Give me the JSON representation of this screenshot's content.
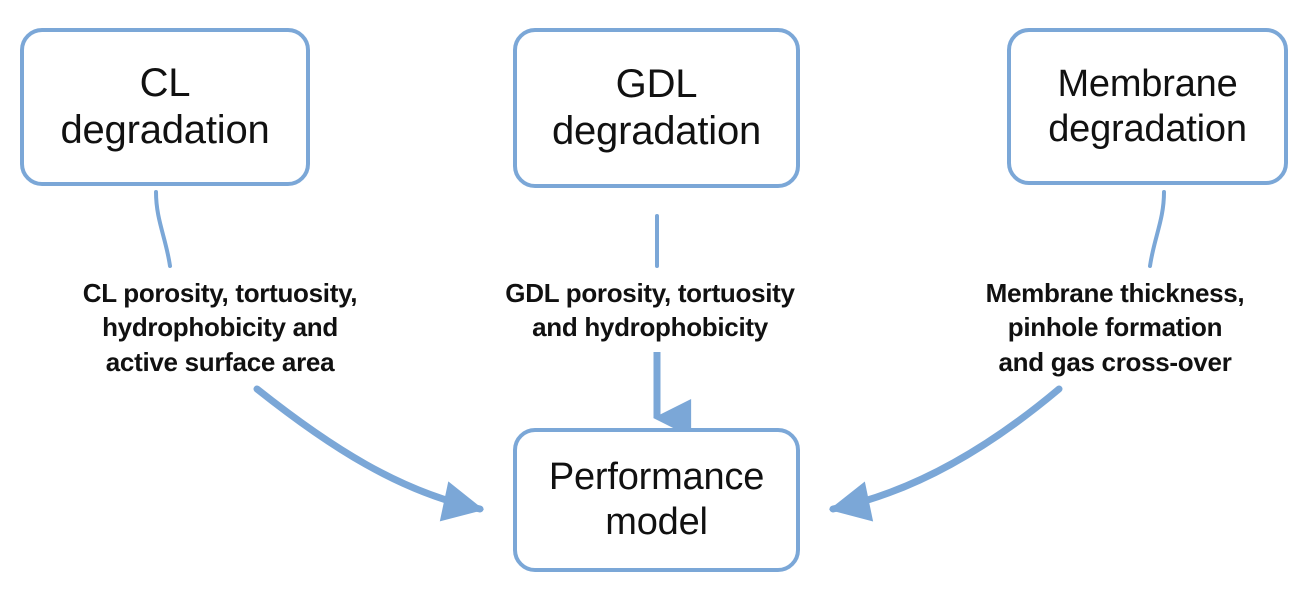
{
  "diagram": {
    "title": "Degradation mechanisms feeding a performance model",
    "background_color": "#ffffff",
    "accent_color": "#7ba7d7",
    "text_color": "#111111"
  },
  "nodes": [
    {
      "id": "cl",
      "label": "CL\ndegradation"
    },
    {
      "id": "gdl",
      "label": "GDL\ndegradation"
    },
    {
      "id": "membrane",
      "label": "Membrane\ndegradation"
    },
    {
      "id": "performance",
      "label": "Performance\nmodel"
    }
  ],
  "annotations": [
    {
      "id": "cl-params",
      "text": "CL porosity, tortuosity,\nhydrophobicity and\nactive surface area"
    },
    {
      "id": "gdl-params",
      "text": "GDL porosity, tortuosity\nand hydrophobicity"
    },
    {
      "id": "membrane-params",
      "text": "Membrane thickness,\npinhole formation\nand gas cross-over"
    }
  ],
  "connectors": [
    {
      "id": "cl-to-cl-params",
      "from": "cl",
      "to": "cl-params",
      "style": "curve",
      "arrowhead": false
    },
    {
      "id": "gdl-to-gdl-params",
      "from": "gdl",
      "to": "gdl-params",
      "style": "line",
      "arrowhead": false
    },
    {
      "id": "membrane-to-membrane-params",
      "from": "membrane",
      "to": "membrane-params",
      "style": "curve",
      "arrowhead": false
    },
    {
      "id": "cl-params-to-performance",
      "from": "cl-params",
      "to": "performance",
      "style": "curve",
      "arrowhead": true
    },
    {
      "id": "gdl-params-to-performance",
      "from": "gdl-params",
      "to": "performance",
      "style": "line",
      "arrowhead": true
    },
    {
      "id": "membrane-params-to-performance",
      "from": "membrane-params",
      "to": "performance",
      "style": "curve",
      "arrowhead": true
    }
  ]
}
